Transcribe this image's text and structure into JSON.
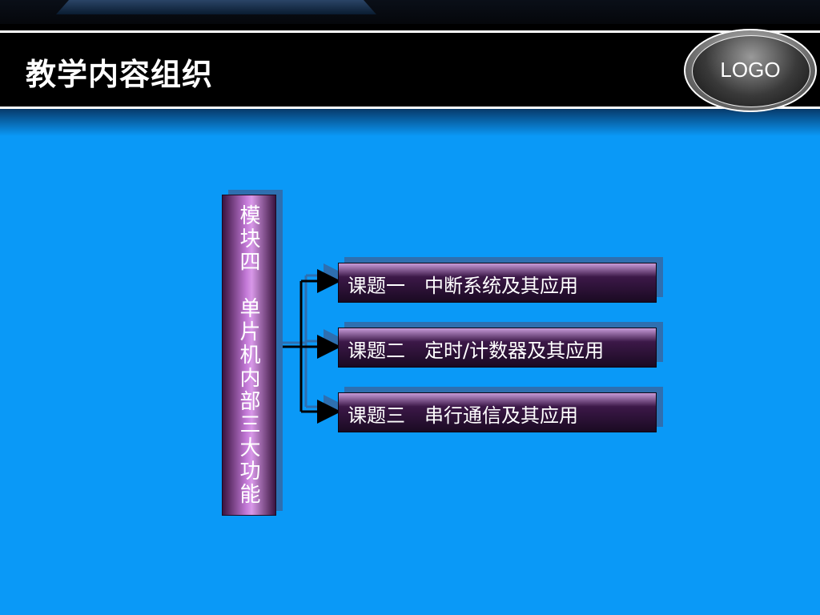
{
  "header": {
    "title": "教学内容组织",
    "logo_text": "LOGO"
  },
  "diagram": {
    "module": "模块四　单片机内部三大功能",
    "topics": [
      "课题一　中断系统及其应用",
      "课题二　定时/计数器及其应用",
      "课题三　串行通信及其应用"
    ]
  },
  "colors": {
    "background": "#0a99f7",
    "header_band": "#000000",
    "box_shadow": "#2e6fb0"
  }
}
